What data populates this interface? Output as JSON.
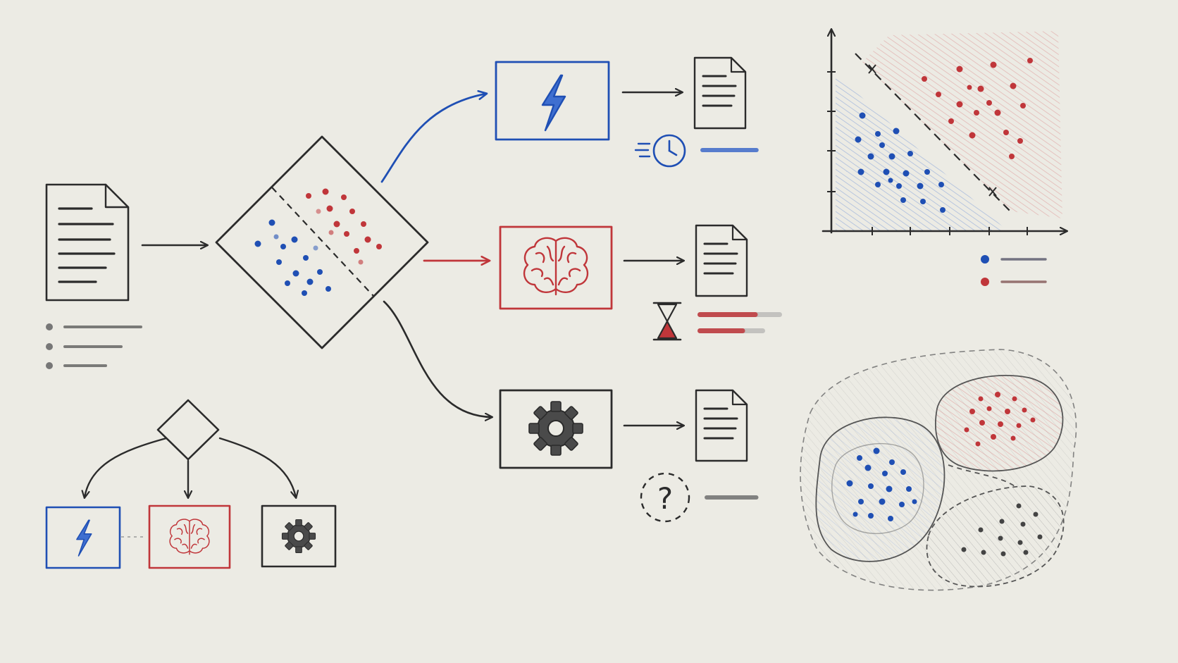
{
  "colors": {
    "paper": "#ecebe4",
    "ink": "#2b2b2b",
    "blue": "#1f4fb4",
    "red": "#c0363a",
    "gray": "#6e6e6e"
  },
  "icons": {
    "input": "document-icon",
    "router": "decision-diamond-icon",
    "fast": "lightning-icon",
    "smart": "brain-icon",
    "general": "gear-icon",
    "latency_fast": "clock-icon",
    "latency_slow": "hourglass-icon",
    "unknown": "question-mark-icon",
    "output": "document-icon"
  },
  "routes": [
    {
      "color": "blue",
      "model": "lightning-icon",
      "metric_icon": "clock-icon",
      "metric_bars": [
        0.92
      ]
    },
    {
      "color": "red",
      "model": "brain-icon",
      "metric_icon": "hourglass-icon",
      "metric_bars": [
        0.95,
        0.75
      ]
    },
    {
      "color": "black",
      "model": "gear-icon",
      "metric_icon": "question-mark-icon",
      "metric_bars": [
        0.85
      ]
    }
  ],
  "legend": {
    "entries": [
      {
        "color": "blue"
      },
      {
        "color": "red"
      }
    ]
  },
  "question_mark": "?"
}
